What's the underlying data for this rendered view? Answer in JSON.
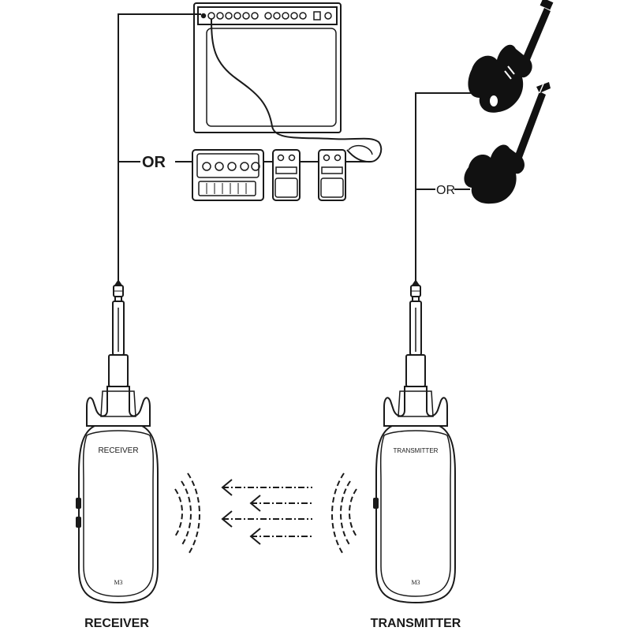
{
  "labels": {
    "or_left": "OR",
    "or_right": "OR",
    "receiver_body": "RECEIVER",
    "transmitter_body": "TRANSMITTER",
    "receiver_model": "M3",
    "transmitter_model": "M3",
    "receiver_caption": "RECEIVER",
    "transmitter_caption": "TRANSMITTER"
  },
  "colors": {
    "ink": "#1a1a1a",
    "guitar": "#111111",
    "background": "#ffffff"
  },
  "icons": [
    "amplifier-icon",
    "multi-effects-pedal-icon",
    "stompbox-pedal-icon",
    "electric-guitar-icon",
    "jack-plug-icon",
    "signal-waves-icon",
    "arrow-icon"
  ]
}
